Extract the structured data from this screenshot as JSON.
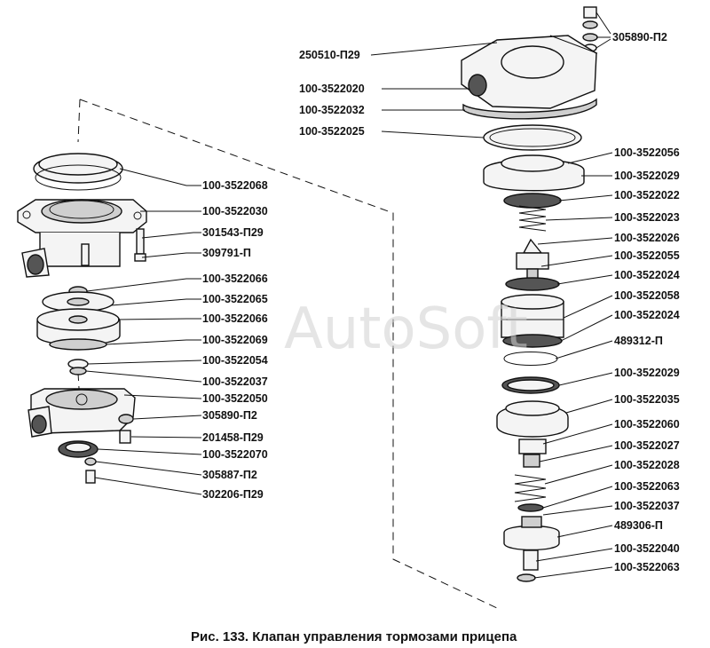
{
  "watermark": "AutoSoft",
  "caption": "Рис. 133. Клапан управления тормозами прицепа",
  "labels_left": [
    "100-3522068",
    "100-3522030",
    "301543-П29",
    "309791-П",
    "100-3522066",
    "100-3522065",
    "100-3522066",
    "100-3522069",
    "100-3522054",
    "100-3522037",
    "100-3522050",
    "305890-П2",
    "201458-П29",
    "100-3522070",
    "305887-П2",
    "302206-П29"
  ],
  "labels_top": [
    "250510-П29",
    "100-3522020",
    "100-3522032",
    "100-3522025"
  ],
  "label_top_right": "305890-П2",
  "labels_right": [
    "100-3522056",
    "100-3522029",
    "100-3522022",
    "100-3522023",
    "100-3522026",
    "100-3522055",
    "100-3522024",
    "100-3522058",
    "100-3522024",
    "489312-П",
    "100-3522029",
    "100-3522035",
    "100-3522060",
    "100-3522027",
    "100-3522028",
    "100-3522063",
    "100-3522037",
    "489306-П",
    "100-3522040",
    "100-3522063"
  ]
}
